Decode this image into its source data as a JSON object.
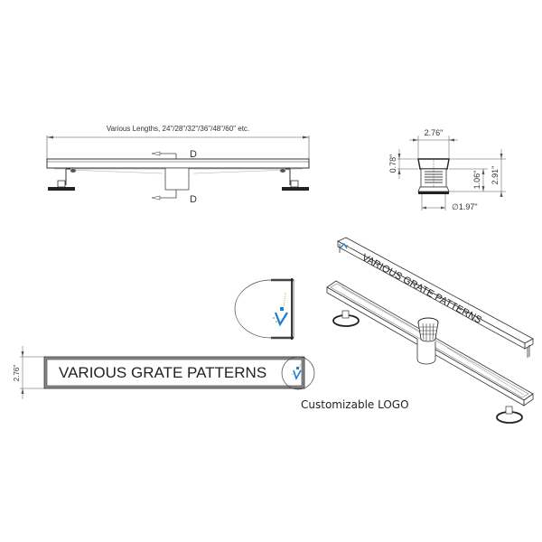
{
  "front_view": {
    "length_label": "Various Lengths, 24\"/28\"/32\"/36\"/48\"/60\" etc.",
    "section_marker_top": "D",
    "section_marker_bottom": "D"
  },
  "side_view": {
    "width_label": "2.76\"",
    "grate_height_label": "0.78\"",
    "outlet_height_label": "1.06\"",
    "total_height_label": "2.91\"",
    "outlet_diameter_label": "∅1.97\""
  },
  "top_view": {
    "width_label": "2.76\"",
    "grate_label": "VARIOUS GRATE PATTERNS"
  },
  "isometric_view": {
    "grate_label": "VARIOUS GRATE PATTERNS"
  },
  "logo_callout": {
    "caption": "Customizable LOGO",
    "logo_colors": {
      "blue": "#1e7bd6",
      "green": "#9bd23c"
    }
  },
  "colors": {
    "line": "#444444",
    "frame_fill": "#888888",
    "background": "#ffffff"
  }
}
